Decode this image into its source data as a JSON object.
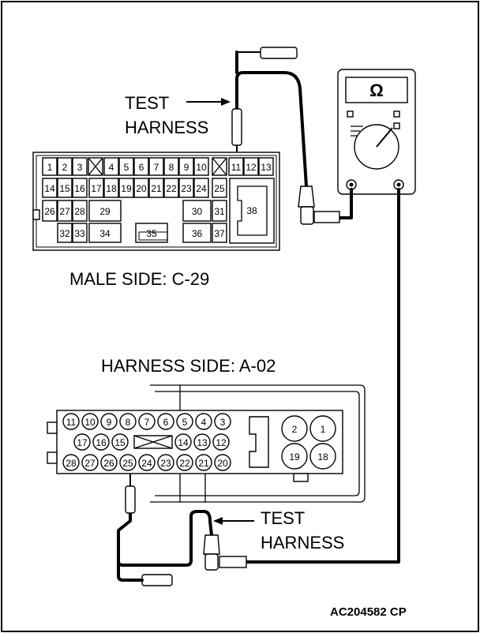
{
  "labels": {
    "test_harness_top_1": "TEST",
    "test_harness_top_2": "HARNESS",
    "test_harness_bottom_1": "TEST",
    "test_harness_bottom_2": "HARNESS",
    "male_side": "MALE SIDE: C-29",
    "harness_side": "HARNESS SIDE: A-02",
    "figure_code": "AC204582 CP",
    "meter_symbol": "Ω"
  },
  "c29_pins": {
    "row1": [
      "1",
      "2",
      "3",
      "4",
      "5",
      "6",
      "7",
      "8",
      "9",
      "10",
      "11",
      "12",
      "13"
    ],
    "row2": [
      "14",
      "15",
      "16",
      "17",
      "18",
      "19",
      "20",
      "21",
      "22",
      "23",
      "24",
      "25"
    ],
    "row3": [
      "26",
      "27",
      "28",
      "29",
      "30",
      "31"
    ],
    "row4": [
      "32",
      "33",
      "34",
      "35",
      "36",
      "37"
    ],
    "big": "38"
  },
  "a02_pins": {
    "row1": [
      "11",
      "10",
      "9",
      "8",
      "7",
      "6",
      "5",
      "4",
      "3"
    ],
    "row2": [
      "17",
      "16",
      "15",
      "14",
      "13",
      "12"
    ],
    "row3": [
      "28",
      "27",
      "26",
      "25",
      "24",
      "23",
      "22",
      "21",
      "20"
    ],
    "big": [
      "2",
      "1",
      "19",
      "18"
    ]
  }
}
